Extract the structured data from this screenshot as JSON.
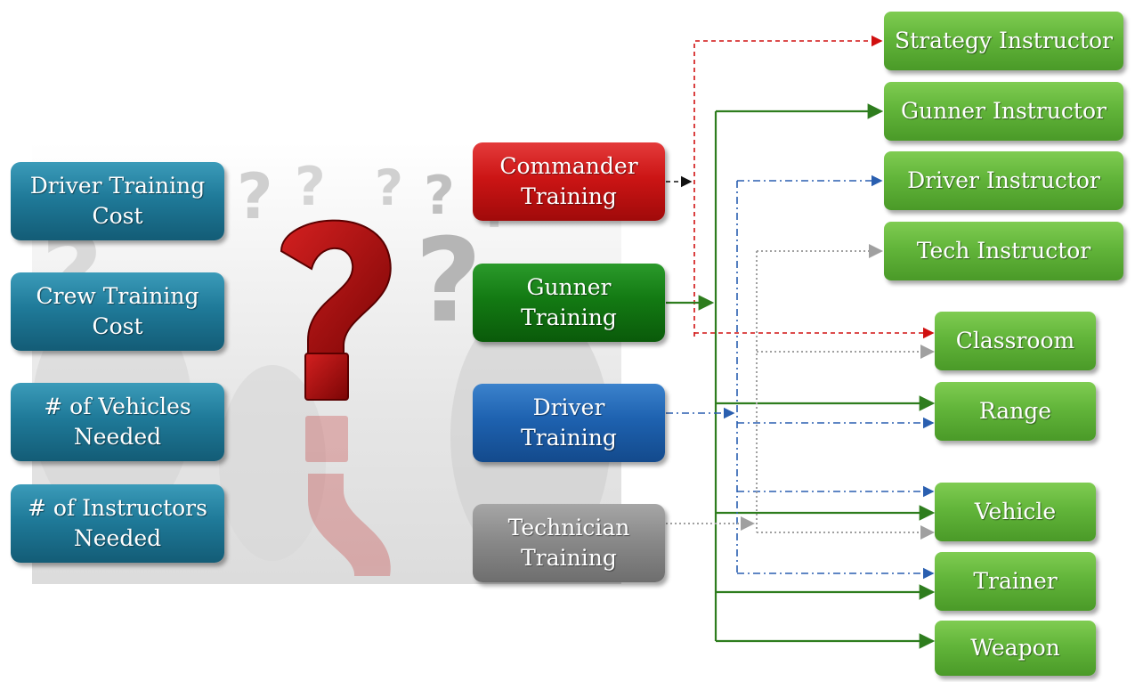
{
  "cost_boxes": [
    {
      "line1": "Driver Training",
      "line2": "Cost"
    },
    {
      "line1": "Crew Training",
      "line2": "Cost"
    },
    {
      "line1": "# of Vehicles",
      "line2": "Needed"
    },
    {
      "line1": "# of Instructors",
      "line2": "Needed"
    }
  ],
  "training_boxes": [
    {
      "line1": "Commander",
      "line2": "Training"
    },
    {
      "line1": "Gunner",
      "line2": "Training"
    },
    {
      "line1": "Driver",
      "line2": "Training"
    },
    {
      "line1": "Technician",
      "line2": "Training"
    }
  ],
  "resource_boxes": [
    {
      "label": "Strategy Instructor"
    },
    {
      "label": "Gunner Instructor"
    },
    {
      "label": "Driver Instructor"
    },
    {
      "label": "Tech Instructor"
    },
    {
      "label": "Classroom"
    },
    {
      "label": "Range"
    },
    {
      "label": "Vehicle"
    },
    {
      "label": "Trainer"
    },
    {
      "label": "Weapon"
    }
  ],
  "colors": {
    "cost_box": "#1f7a99",
    "commander": "#cc1515",
    "gunner": "#137a13",
    "driver": "#1e62b0",
    "technician": "#8a8a8a",
    "resource": "#62b53a",
    "commander_line": "#d01010",
    "gunner_line": "#2e7d1e",
    "driver_line": "#2a5fb0",
    "technician_line": "#a0a0a0"
  }
}
